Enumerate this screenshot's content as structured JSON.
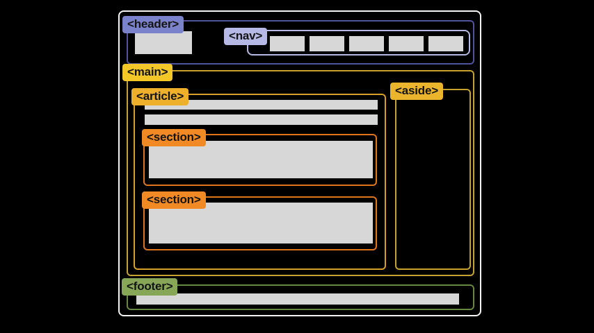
{
  "labels": {
    "header": "<header>",
    "nav": "<nav>",
    "main": "<main>",
    "article": "<article>",
    "section_top": "<section>",
    "section_bottom": "<section>",
    "aside": "<aside>",
    "footer": "<footer>"
  },
  "nav": {
    "item_count": 5
  },
  "palette": {
    "canvas_bg": "#000000",
    "outer_border": "#f5f5f5",
    "header_border": "#4e549e",
    "header_label_bg": "#7b82cc",
    "nav_accent": "#b6b9e6",
    "main_border": "#c7a22e",
    "main_label_bg": "#f3c728",
    "article_border": "#d9a028",
    "article_label_bg": "#eeb02a",
    "section_border": "#e0761c",
    "section_label_bg": "#f18a25",
    "aside_border": "#c7a22e",
    "aside_label_bg": "#eab42d",
    "footer_border": "#67893f",
    "footer_label_bg": "#87a657",
    "placeholder_fill": "#d7d7d7",
    "label_text": "#141414"
  }
}
